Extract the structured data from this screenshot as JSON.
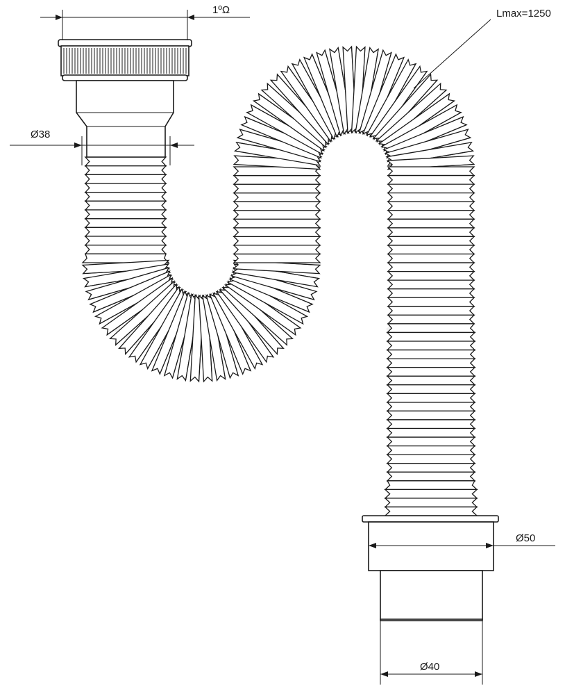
{
  "dimensions": {
    "top_width": "1ºΩ",
    "length_max": "Lmax=1250",
    "inlet_diameter": "Ø38",
    "outlet_flange_diameter": "Ø50",
    "outlet_pipe_diameter": "Ø40"
  },
  "colors": {
    "stroke": "#1a1a1a",
    "fill": "#ffffff",
    "watermark": "#d8d8d8"
  }
}
